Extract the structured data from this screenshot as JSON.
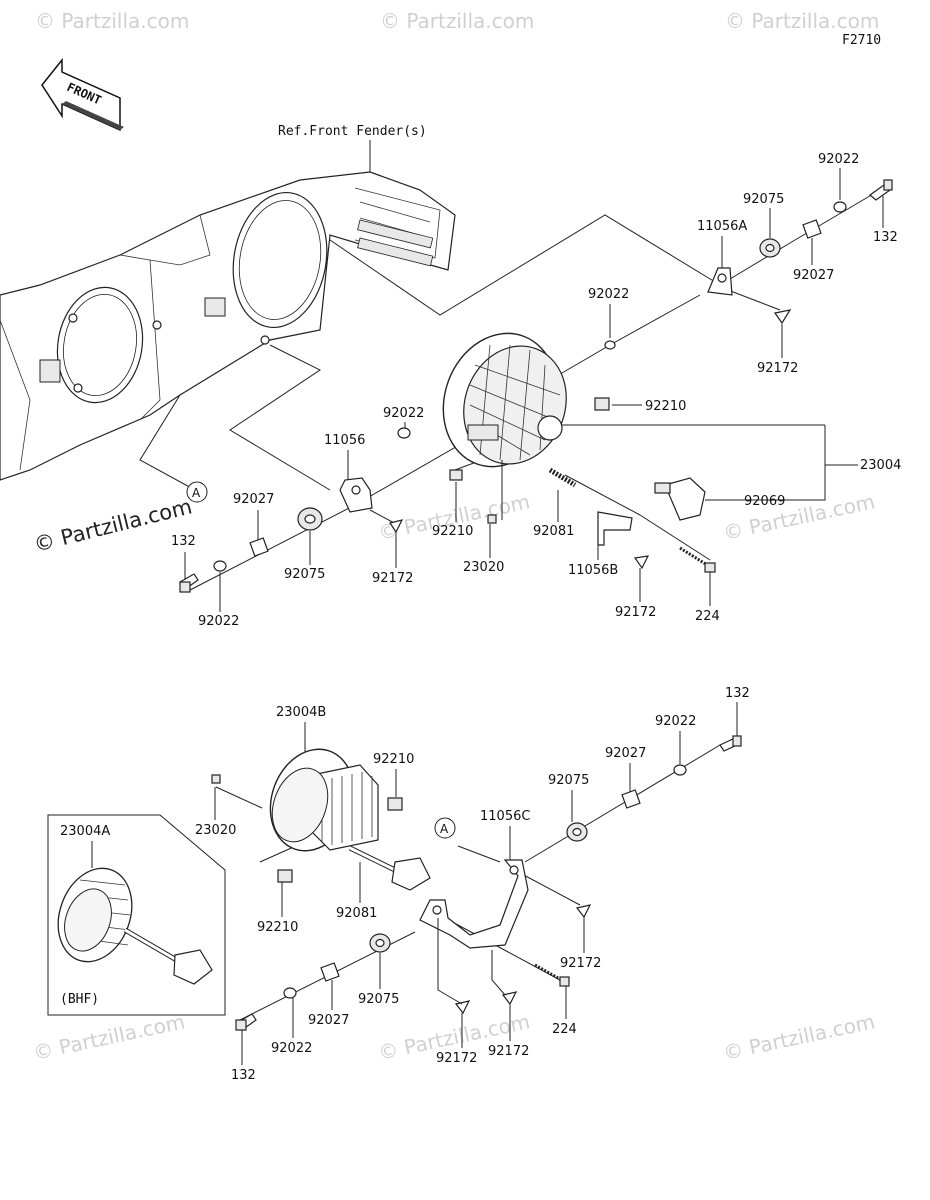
{
  "figure_code": "F2710",
  "front_label": "FRONT",
  "ref_label": "Ref.Front Fender(s)",
  "bhf_label": "(BHF)",
  "circle_ref": "A",
  "watermarks": {
    "small": "© Partzilla.com",
    "large": "© Partzilla.com"
  },
  "upper_labels": {
    "p92022_a": "92022",
    "p92075_a": "92075",
    "p132_a": "132",
    "p11056A": "11056A",
    "p92027_a": "92027",
    "p92022_b": "92022",
    "p92172_a": "92172",
    "p92210_a": "92210",
    "p92022_c": "92022",
    "p11056": "11056",
    "p23004": "23004",
    "p92027_b": "92027",
    "p132_b": "132",
    "p92075_b": "92075",
    "p92172_b": "92172",
    "p92210_b": "92210",
    "p92081": "92081",
    "p92069": "92069",
    "p92022_d": "92022",
    "p23020": "23020",
    "p11056B": "11056B",
    "p92172_c": "92172",
    "p224": "224"
  },
  "lower_labels": {
    "p132_c": "132",
    "p23004B": "23004B",
    "p92022_e": "92022",
    "p92210_c": "92210",
    "p92027_c": "92027",
    "p92075_c": "92075",
    "p23020_b": "23020",
    "p11056C": "11056C",
    "p23004A": "23004A",
    "p92210_d": "92210",
    "p92081_b": "92081",
    "p92172_d": "92172",
    "p92075_d": "92075",
    "p224_b": "224",
    "p92027_d": "92027",
    "p92022_f": "92022",
    "p92172_e": "92172",
    "p92172_f": "92172",
    "p132_d": "132"
  }
}
